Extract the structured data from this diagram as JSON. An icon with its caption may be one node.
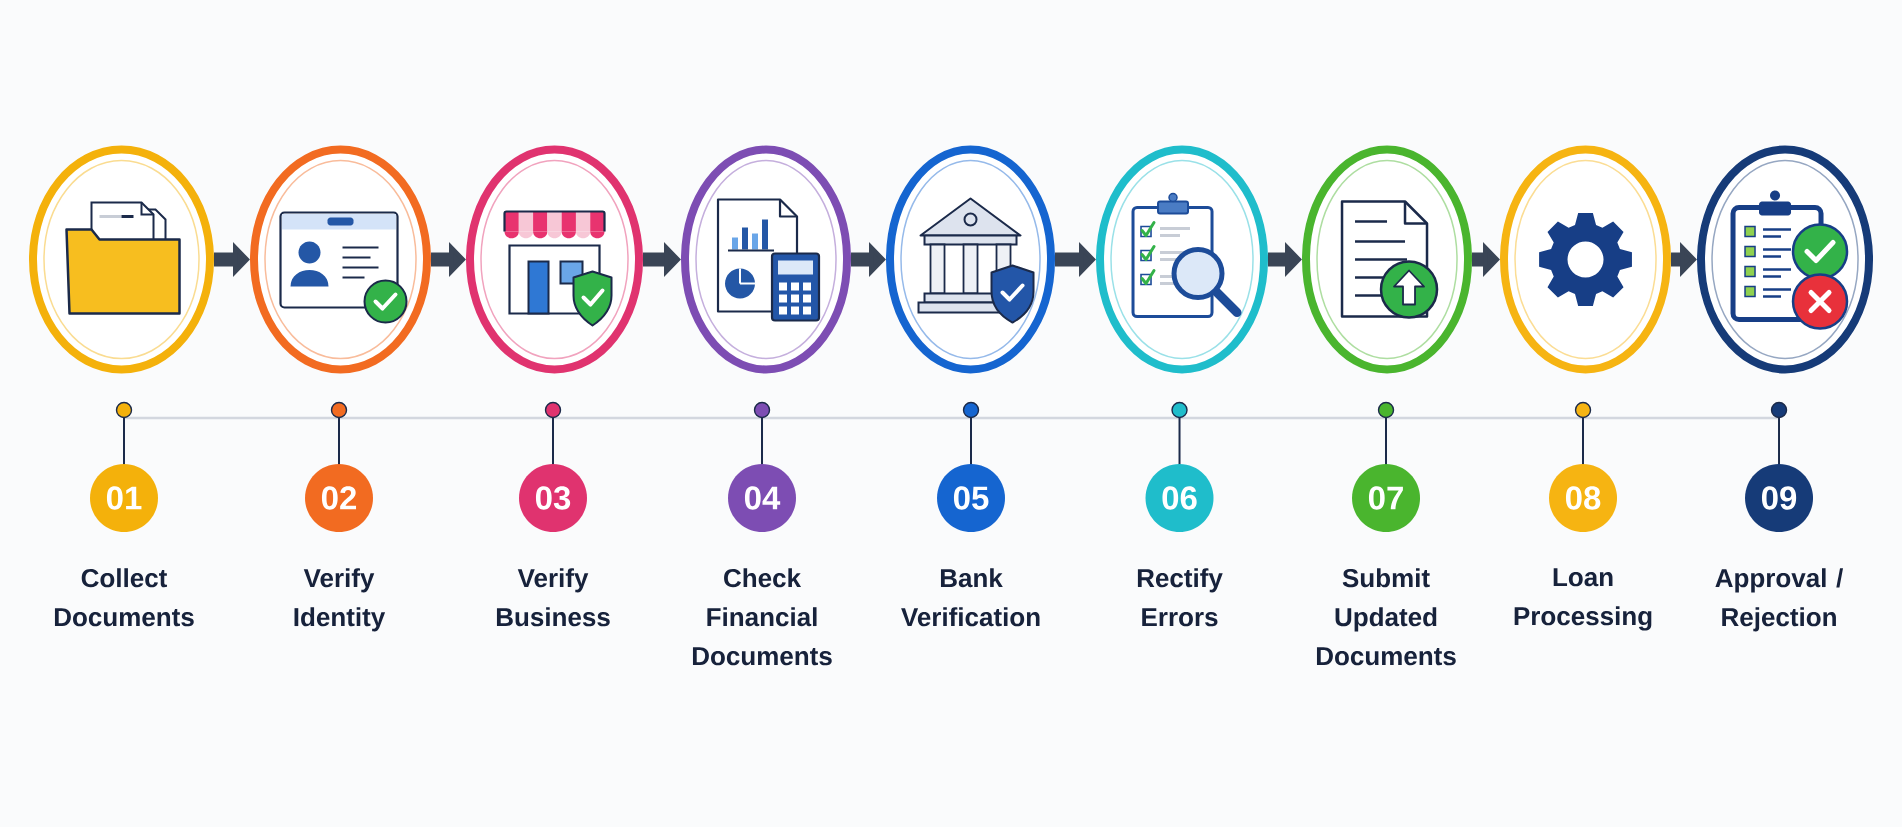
{
  "diagram": {
    "nodes": [
      {
        "text": [],
        "shape": "circle"
      },
      {
        "text": [],
        "shape": "circle"
      },
      {
        "text": [],
        "shape": "circle"
      },
      {
        "text": [],
        "shape": "circle"
      },
      {
        "text": [],
        "shape": "circle"
      },
      {
        "text": [],
        "shape": "circle"
      },
      {
        "text": [],
        "shape": "circle"
      },
      {
        "text": [],
        "shape": "circle"
      },
      {
        "text": [],
        "shape": "circle"
      },
      {
        "text": [
          "01"
        ],
        "beside": [
          "Collect Documents"
        ]
      },
      {
        "text": [
          "02"
        ],
        "beside": [
          "Verify Identity"
        ]
      },
      {
        "text": [
          "03"
        ],
        "beside": [
          "Verify Business"
        ]
      },
      {
        "text": [
          "04"
        ],
        "beside": [
          "Check Financial Documents"
        ]
      },
      {
        "text": [
          "05"
        ],
        "beside": [
          "Bank Verification"
        ]
      },
      {
        "text": [
          "06"
        ],
        "beside": [
          "Rectify Errors"
        ]
      },
      {
        "text": [
          "07"
        ],
        "beside": [
          "Submit Updated Documents"
        ]
      },
      {
        "text": [
          "08"
        ],
        "beside": [
          "Loan Processing"
        ]
      },
      {
        "text": [
          "09"
        ],
        "beside": [
          "Approval / Rejection"
        ]
      }
    ],
    "edges": [
      {
        "from": 0,
        "to": 1,
        "arrow": "to"
      },
      {
        "from": 1,
        "to": 2,
        "arrow": "to"
      },
      {
        "from": 2,
        "to": 3,
        "arrow": "to"
      },
      {
        "from": 3,
        "to": 4,
        "arrow": "to"
      },
      {
        "from": 4,
        "to": 5,
        "arrow": "to"
      },
      {
        "from": 5,
        "to": 6,
        "arrow": "to"
      },
      {
        "from": 6,
        "to": 7,
        "arrow": "to"
      },
      {
        "from": 7,
        "to": 8,
        "arrow": "to"
      }
    ]
  }
}
